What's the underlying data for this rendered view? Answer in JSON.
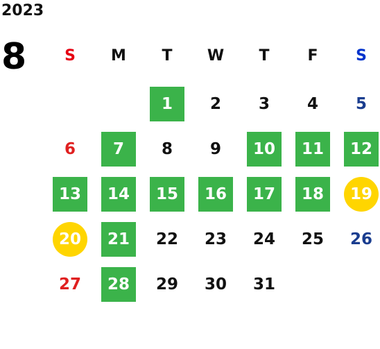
{
  "calendar": {
    "year": "2023",
    "month": "8",
    "weekdays": [
      {
        "label": "S",
        "color": "#e60012"
      },
      {
        "label": "M",
        "color": "#111111"
      },
      {
        "label": "T",
        "color": "#111111"
      },
      {
        "label": "W",
        "color": "#111111"
      },
      {
        "label": "T",
        "color": "#111111"
      },
      {
        "label": "F",
        "color": "#111111"
      },
      {
        "label": "S",
        "color": "#0033cc"
      }
    ],
    "weeks": [
      [
        null,
        null,
        {
          "d": "1",
          "style": "green"
        },
        {
          "d": "2",
          "style": "normal"
        },
        {
          "d": "3",
          "style": "normal"
        },
        {
          "d": "4",
          "style": "normal"
        },
        {
          "d": "5",
          "style": "saturday"
        }
      ],
      [
        {
          "d": "6",
          "style": "sunday"
        },
        {
          "d": "7",
          "style": "green"
        },
        {
          "d": "8",
          "style": "normal"
        },
        {
          "d": "9",
          "style": "normal"
        },
        {
          "d": "10",
          "style": "green"
        },
        {
          "d": "11",
          "style": "green"
        },
        {
          "d": "12",
          "style": "green"
        }
      ],
      [
        {
          "d": "13",
          "style": "green"
        },
        {
          "d": "14",
          "style": "green"
        },
        {
          "d": "15",
          "style": "green"
        },
        {
          "d": "16",
          "style": "green"
        },
        {
          "d": "17",
          "style": "green"
        },
        {
          "d": "18",
          "style": "green"
        },
        {
          "d": "19",
          "style": "yellow"
        }
      ],
      [
        {
          "d": "20",
          "style": "yellow"
        },
        {
          "d": "21",
          "style": "green"
        },
        {
          "d": "22",
          "style": "normal"
        },
        {
          "d": "23",
          "style": "normal"
        },
        {
          "d": "24",
          "style": "normal"
        },
        {
          "d": "25",
          "style": "normal"
        },
        {
          "d": "26",
          "style": "saturday"
        }
      ],
      [
        {
          "d": "27",
          "style": "sunday"
        },
        {
          "d": "28",
          "style": "green"
        },
        {
          "d": "29",
          "style": "normal"
        },
        {
          "d": "30",
          "style": "normal"
        },
        {
          "d": "31",
          "style": "normal"
        },
        null,
        null
      ]
    ],
    "colors": {
      "green": "#3bb34a",
      "yellow": "#ffd500",
      "sunday": "#e02020",
      "saturday": "#1a3d8f",
      "normal": "#111111",
      "filled_text": "#ffffff"
    }
  }
}
